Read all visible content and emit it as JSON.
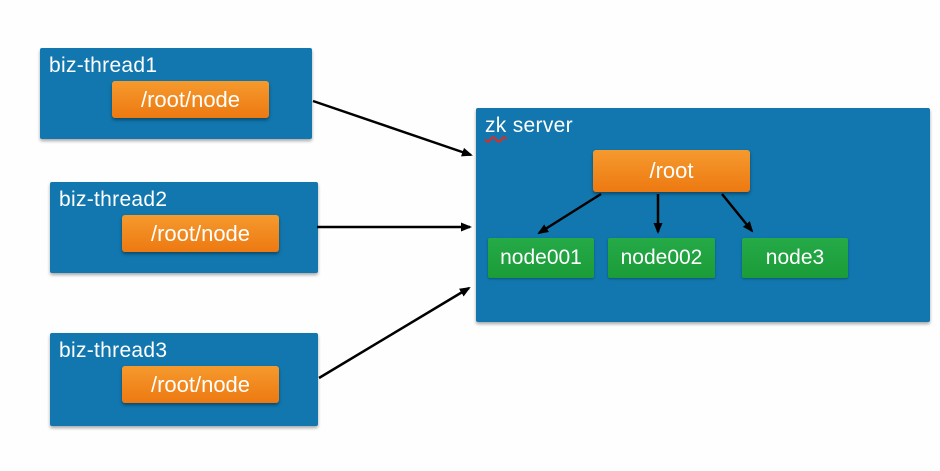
{
  "threads": [
    {
      "title": "biz-thread1",
      "chip": "/root/node"
    },
    {
      "title": "biz-thread2",
      "chip": "/root/node"
    },
    {
      "title": "biz-thread3",
      "chip": "/root/node"
    }
  ],
  "server": {
    "title_word1": "zk",
    "title_word2": "server",
    "root_chip": "/root",
    "nodes": [
      "node001",
      "node002",
      "node3"
    ]
  },
  "colors": {
    "page_bg": "#fefefe",
    "panel_blue": "#1177ae",
    "chip_orange": "#ed7911",
    "node_green": "#1b9c38",
    "arrow_black": "#000000",
    "squiggle_red": "#e02b20",
    "text_white": "#ffffff"
  }
}
